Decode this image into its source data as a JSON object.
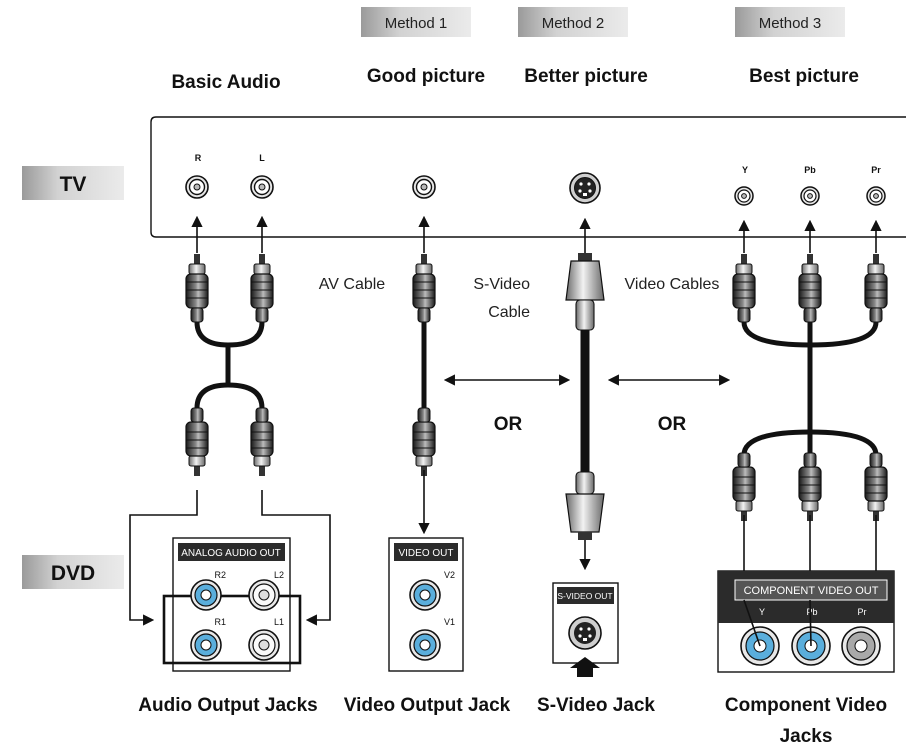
{
  "methods": {
    "m1": "Method 1",
    "m2": "Method 2",
    "m3": "Method 3"
  },
  "headers": {
    "basic": "Basic Audio",
    "good": "Good picture",
    "better": "Better picture",
    "best": "Best picture"
  },
  "devices": {
    "tv": "TV",
    "dvd": "DVD"
  },
  "tv_jacks": {
    "r": "R",
    "l": "L",
    "y": "Y",
    "pb": "Pb",
    "pr": "Pr"
  },
  "cables": {
    "av": "AV Cable",
    "svideo_1": "S-Video",
    "svideo_2": "Cable",
    "video": "Video Cables"
  },
  "or": {
    "left": "OR",
    "right": "OR"
  },
  "panels": {
    "analog": "ANALOG AUDIO OUT",
    "video": "VIDEO OUT",
    "svideo": "S-VIDEO OUT",
    "component": "COMPONENT VIDEO OUT"
  },
  "panel_jacks": {
    "r2": "R2",
    "l2": "L2",
    "r1": "R1",
    "l1": "L1",
    "v2": "V2",
    "v1": "V1",
    "y": "Y",
    "pb": "Pb",
    "pr": "Pr"
  },
  "captions": {
    "audio": "Audio Output Jacks",
    "video": "Video Output Jack",
    "svideo": "S-Video Jack",
    "component_1": "Component Video",
    "component_2": "Jacks"
  },
  "colors": {
    "jack_blue": "#5aaedc",
    "header_gray": "#c8c8c8",
    "panel_dark": "#2b2b2b"
  }
}
